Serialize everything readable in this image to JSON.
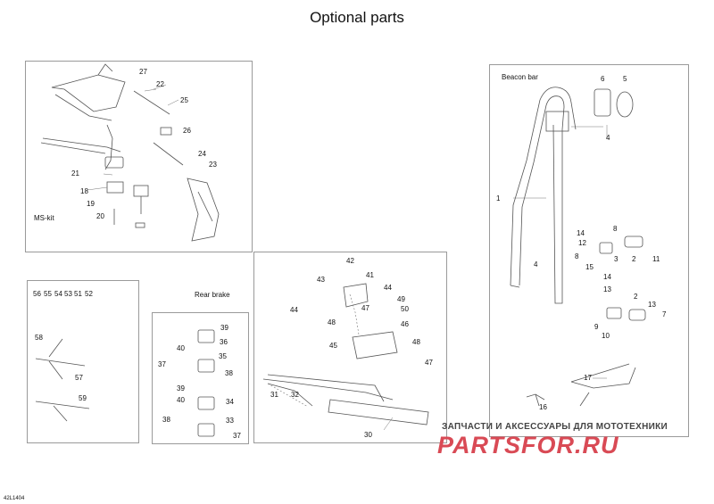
{
  "title": "Optional parts",
  "sections": {
    "ms_kit": "MS-kit",
    "beacon_bar": "Beacon bar",
    "rear_brake": "Rear brake"
  },
  "drawing_ref": "42L1404",
  "watermark": {
    "top": "ЗАПЧАСТИ И АКСЕССУАРЫ ДЛЯ МОТОТЕХНИКИ",
    "logo": "PARTSFOR.RU"
  },
  "callouts": {
    "ms_kit": [
      "27",
      "22",
      "25",
      "26",
      "24",
      "23",
      "21",
      "18",
      "19",
      "20"
    ],
    "beacon_bar": [
      "6",
      "5",
      "4",
      "1",
      "8",
      "14",
      "12",
      "3",
      "2",
      "11",
      "8",
      "15",
      "4",
      "14",
      "13",
      "2",
      "13",
      "7",
      "9",
      "10",
      "17",
      "16"
    ],
    "left_kit": [
      "56",
      "55",
      "54",
      "53",
      "51",
      "52",
      "58",
      "57",
      "59"
    ],
    "rear_brake": [
      "39",
      "36",
      "40",
      "35",
      "37",
      "38",
      "39",
      "34",
      "40",
      "38",
      "33",
      "37"
    ],
    "center": [
      "42",
      "43",
      "41",
      "44",
      "49",
      "44",
      "47",
      "50",
      "48",
      "46",
      "45",
      "48",
      "47",
      "31",
      "32",
      "30"
    ]
  }
}
